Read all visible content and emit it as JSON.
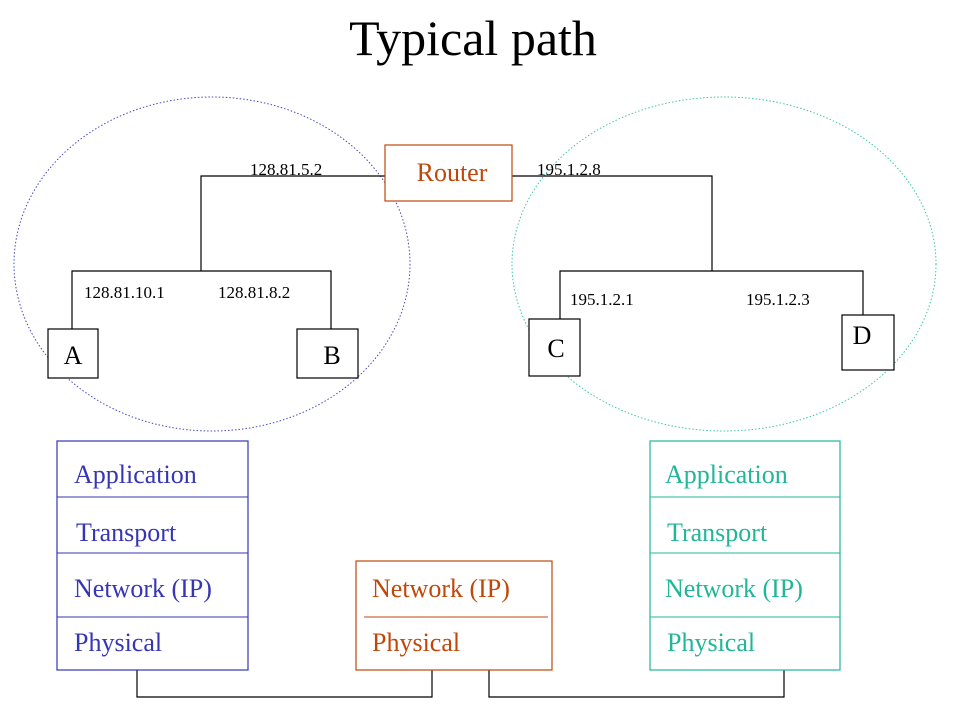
{
  "title": "Typical path",
  "colors": {
    "router": "#c0470a",
    "left_stack": "#3535b5",
    "right_stack": "#22b598",
    "left_net_ring": "#4848c0",
    "right_net_ring": "#38c8a8",
    "line": "#000000"
  },
  "router": {
    "label": "Router",
    "left_ip": "128.81.5.2",
    "right_ip": "195.1.2.8"
  },
  "hosts": {
    "a": {
      "label": "A",
      "ip": "128.81.10.1"
    },
    "b": {
      "label": "B",
      "ip": "128.81.8.2"
    },
    "c": {
      "label": "C",
      "ip": "195.1.2.1"
    },
    "d": {
      "label": "D",
      "ip": "195.1.2.3"
    }
  },
  "stacks": {
    "left": [
      "Application",
      "Transport",
      "Network (IP)",
      "Physical"
    ],
    "middle": [
      "Network (IP)",
      "Physical"
    ],
    "right": [
      "Application",
      "Transport",
      "Network (IP)",
      "Physical"
    ]
  }
}
